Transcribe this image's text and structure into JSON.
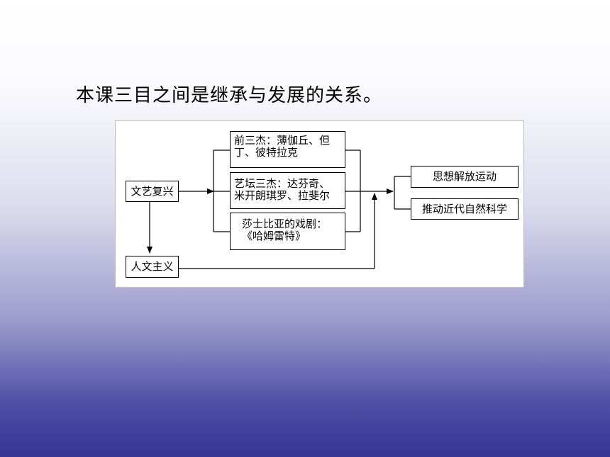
{
  "heading": "本课三目之间是继承与发展的关系。",
  "diagram": {
    "renaissance": "文艺复兴",
    "humanism": "人文主义",
    "early_three": {
      "line1": "前三杰：薄伽丘、但",
      "line2": "丁、彼特拉克"
    },
    "art_three": {
      "line1": "艺坛三杰：达芬奇、",
      "line2": "米开朗琪罗、拉斐尔"
    },
    "shakespeare": {
      "line1": "莎士比亚的戏剧：",
      "line2": "《哈姆雷特》"
    },
    "thought_liberation": "思想解放运动",
    "science": "推动近代自然科学"
  }
}
